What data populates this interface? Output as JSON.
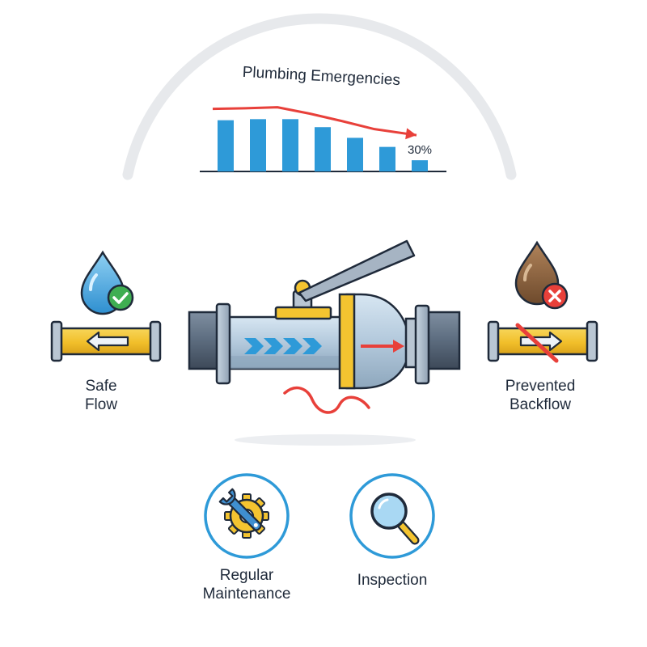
{
  "title": "Plumbing Emergencies",
  "chart_data": {
    "type": "bar",
    "title": "Plumbing Emergencies",
    "categories": [],
    "values": [
      0.96,
      0.98,
      0.98,
      0.83,
      0.63,
      0.46,
      0.21
    ],
    "trend": [
      0.87,
      0.88,
      0.9,
      0.78,
      0.64,
      0.49
    ],
    "annotation": "30%",
    "bar_color": "#2e9ad8",
    "trend_color": "#e8403a",
    "ylim": [
      0,
      1
    ]
  },
  "labels": {
    "safe_flow": [
      "Safe",
      "Flow"
    ],
    "prevented_backflow": [
      "Prevented",
      "Backflow"
    ],
    "regular_maintenance": [
      "Regular",
      "Maintenance"
    ],
    "inspection": "Inspection"
  },
  "icons": {
    "safe_drop": "water-drop-icon",
    "safe_badge": "check-icon",
    "dirty_drop": "dirty-water-drop-icon",
    "dirty_badge": "x-icon",
    "maintenance": "gear-wrench-icon",
    "inspection": "magnifier-icon",
    "valve": "backflow-valve-icon"
  },
  "colors": {
    "pipe_yellow": "#f4c430",
    "steel": "#8a98a8",
    "dark_steel": "#4a5768",
    "accent_blue": "#2e9ad8",
    "accent_red": "#e8403a",
    "outline": "#1f2a3a"
  }
}
